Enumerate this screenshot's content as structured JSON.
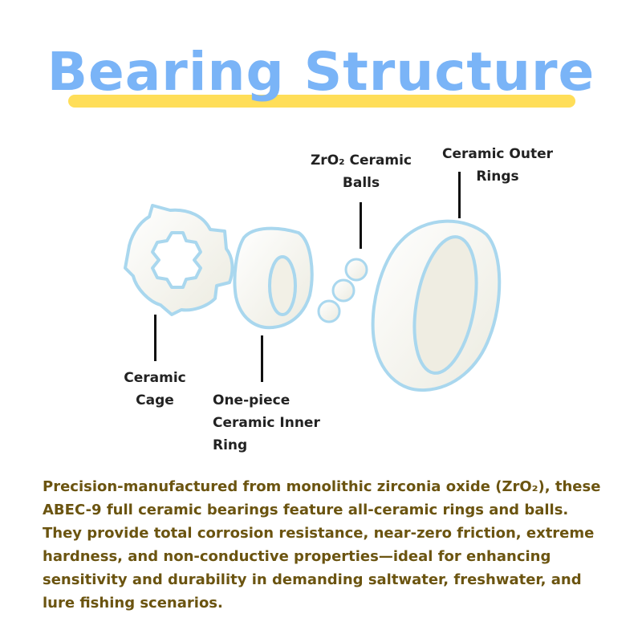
{
  "title": "Bearing Structure",
  "colors": {
    "title": "#7ab4f7",
    "underline": "#ffde59",
    "ceramic": "#f6f4ea",
    "outline": "#a9d7ee",
    "description": "#6b5410"
  },
  "labels": {
    "balls": "ZrO₂ Ceramic\nBalls",
    "outer_ring": "Ceramic Outer\nRings",
    "cage": "Ceramic\nCage",
    "inner_ring": "One-piece\nCeramic Inner\nRing"
  },
  "description": "Precision-manufactured from monolithic zirconia oxide (ZrO₂), these ABEC-9 full ceramic bearings feature all-ceramic rings and balls. They provide total corrosion resistance, near-zero friction, extreme hardness, and non-conductive properties—ideal for enhancing sensitivity and durability in demanding saltwater, freshwater, and lure fishing scenarios."
}
